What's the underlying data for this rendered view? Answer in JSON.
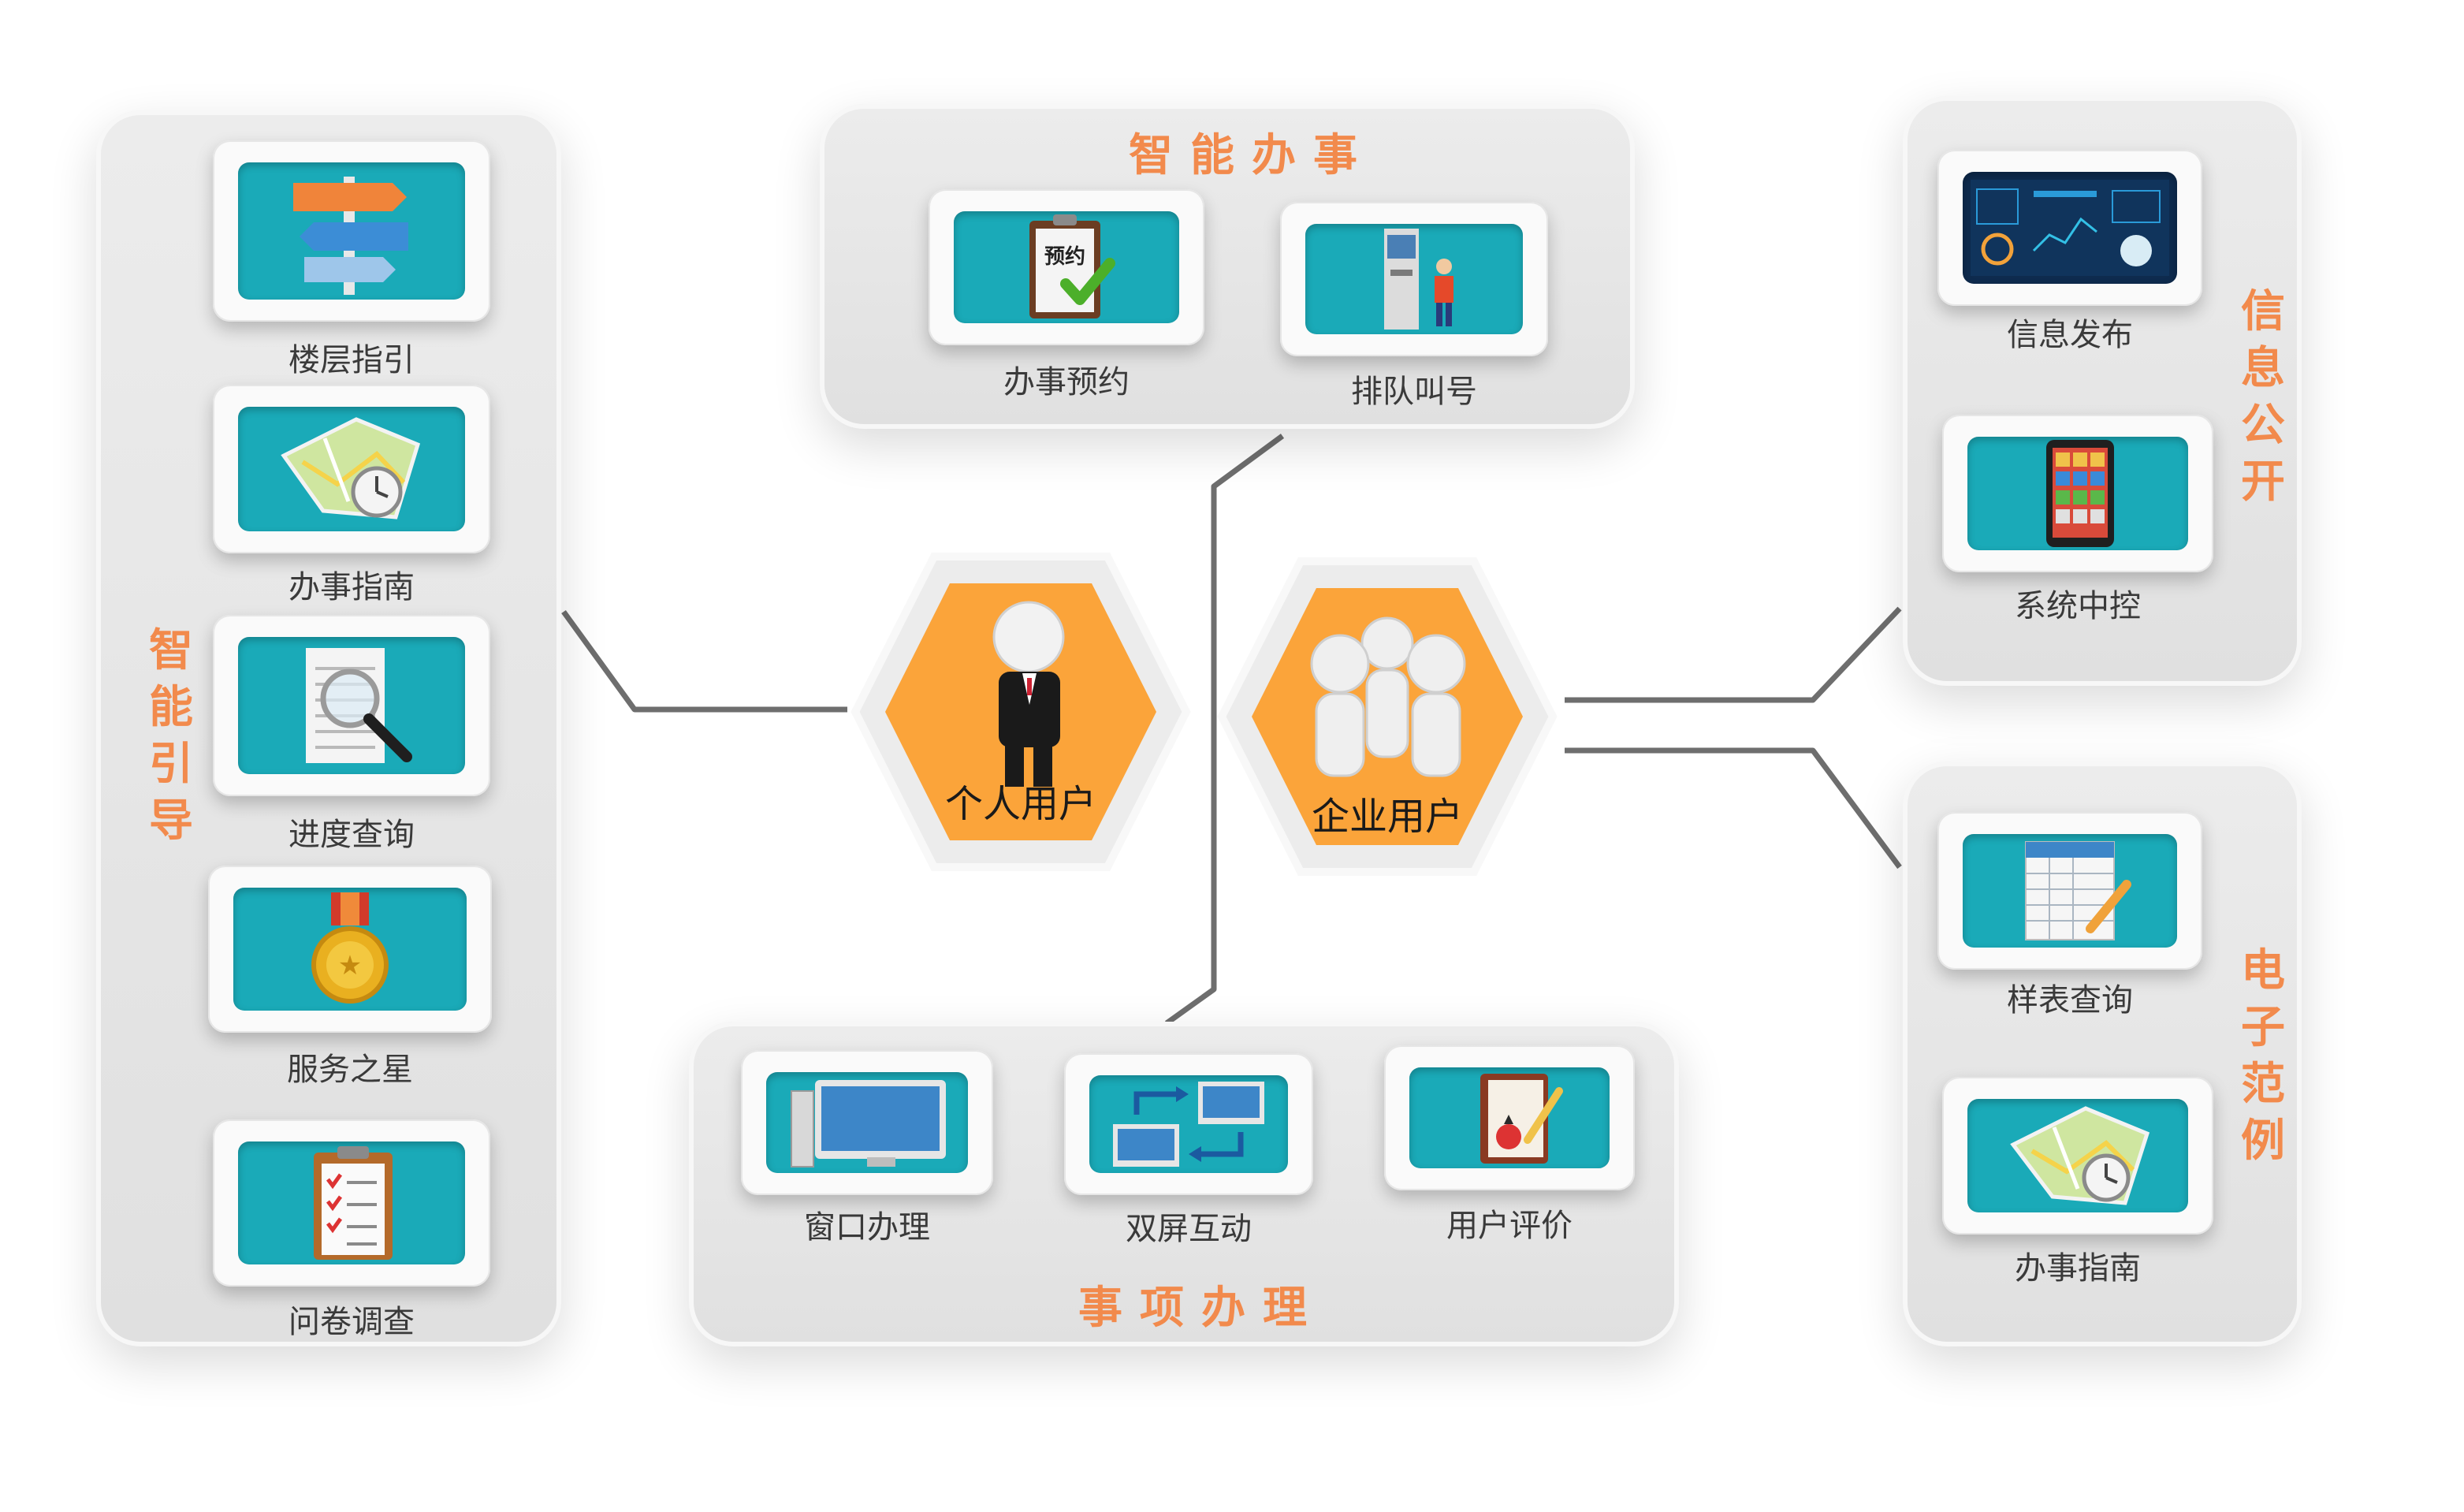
{
  "colors": {
    "accent": "#f28a4c",
    "tile": "#1aaab8",
    "hex": "#fba43a",
    "wire": "#6a6a6a"
  },
  "center": {
    "personal": {
      "label": "个人用户",
      "icon": "person-icon"
    },
    "enterprise": {
      "label": "企业用户",
      "icon": "group-icon"
    }
  },
  "guide": {
    "title": "智能引导",
    "items": [
      {
        "label": "楼层指引",
        "icon": "signpost-icon"
      },
      {
        "label": "办事指南",
        "icon": "map-clock-icon"
      },
      {
        "label": "进度查询",
        "icon": "magnifier-icon"
      },
      {
        "label": "服务之星",
        "icon": "medal-icon"
      },
      {
        "label": "问卷调查",
        "icon": "clipboard-icon"
      }
    ]
  },
  "smart": {
    "title": "智能办事",
    "items": [
      {
        "label": "办事预约",
        "icon": "reservation-icon",
        "badge": "预约"
      },
      {
        "label": "排队叫号",
        "icon": "kiosk-icon"
      }
    ]
  },
  "matters": {
    "title": "事项办理",
    "items": [
      {
        "label": "窗口办理",
        "icon": "computer-icon"
      },
      {
        "label": "双屏互动",
        "icon": "dual-screen-icon"
      },
      {
        "label": "用户评价",
        "icon": "notebook-icon"
      }
    ]
  },
  "info": {
    "title": "信息公开",
    "items": [
      {
        "label": "信息发布",
        "icon": "dashboard-icon"
      },
      {
        "label": "系统中控",
        "icon": "tablet-icon"
      }
    ]
  },
  "demo": {
    "title": "电子范例",
    "items": [
      {
        "label": "样表查询",
        "icon": "spreadsheet-icon"
      },
      {
        "label": "办事指南",
        "icon": "map-clock-icon"
      }
    ]
  }
}
